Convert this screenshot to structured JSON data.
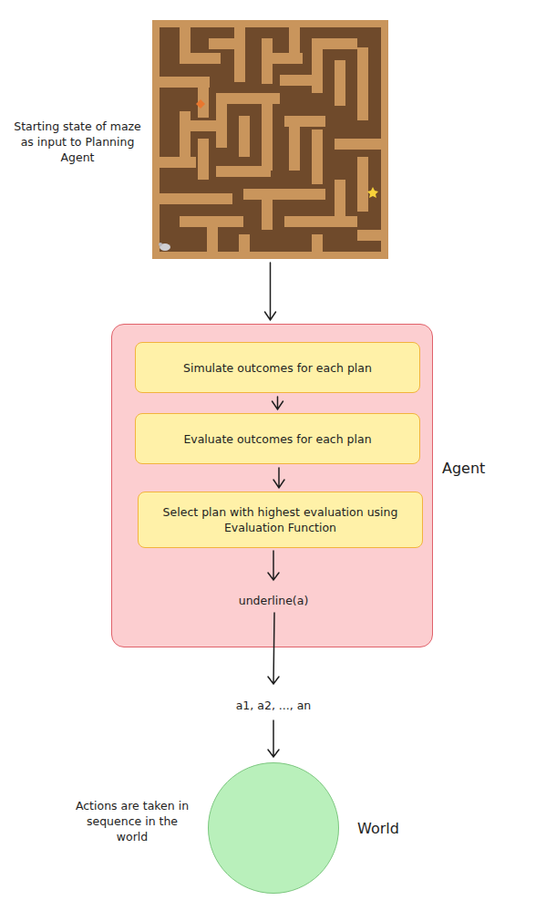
{
  "diagram": {
    "nodes": [
      {
        "text": [
          "Starting state of maze as input to Planning Agent"
        ]
      },
      {
        "text": [
          "Agent"
        ]
      },
      {
        "text": [
          "Simulate outcomes for each plan"
        ],
        "in": 1
      },
      {
        "text": [
          "Evaluate outcomes for each plan"
        ],
        "in": 1
      },
      {
        "text": [
          "Select plan with highest evaluation using Evaluation Function"
        ],
        "in": 1
      },
      {
        "text": [
          "World",
          "Actions are taken in sequence in the world"
        ]
      }
    ],
    "edges": [
      {
        "from": 0,
        "to": 1,
        "arrow": "to"
      },
      {
        "from": 2,
        "to": 3,
        "arrow": "to"
      },
      {
        "from": 3,
        "to": 4,
        "arrow": "to"
      }
    ],
    "labels": [
      "underline(a)",
      "a1, a2, ..., an"
    ]
  }
}
